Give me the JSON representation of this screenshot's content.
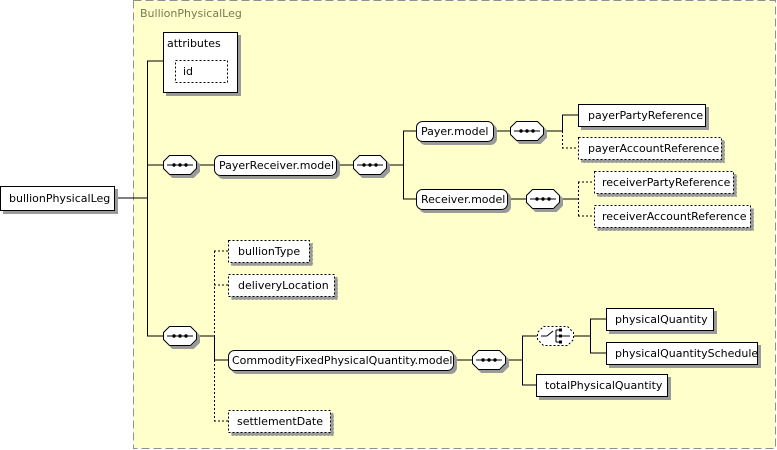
{
  "group": {
    "title": "BullionPhysicalLeg"
  },
  "root": {
    "label": "bullionPhysicalLeg"
  },
  "attributes": {
    "title": "attributes",
    "id_label": "id"
  },
  "models": {
    "payer_receiver": "PayerReceiver.model",
    "payer": "Payer.model",
    "receiver": "Receiver.model",
    "commodity_fixed": "CommodityFixedPhysicalQuantity.model"
  },
  "elements": {
    "payer_party_reference": "payerPartyReference",
    "payer_account_reference": "payerAccountReference",
    "receiver_party_reference": "receiverPartyReference",
    "receiver_account_reference": "receiverAccountReference",
    "bullion_type": "bullionType",
    "delivery_location": "deliveryLocation",
    "physical_quantity": "physicalQuantity",
    "physical_quantity_schedule": "physicalQuantitySchedule",
    "total_physical_quantity": "totalPhysicalQuantity",
    "settlement_date": "settlementDate"
  },
  "colors": {
    "group_fill": "#ffffcc",
    "group_border": "#909090",
    "box_fill": "#ffffff"
  }
}
